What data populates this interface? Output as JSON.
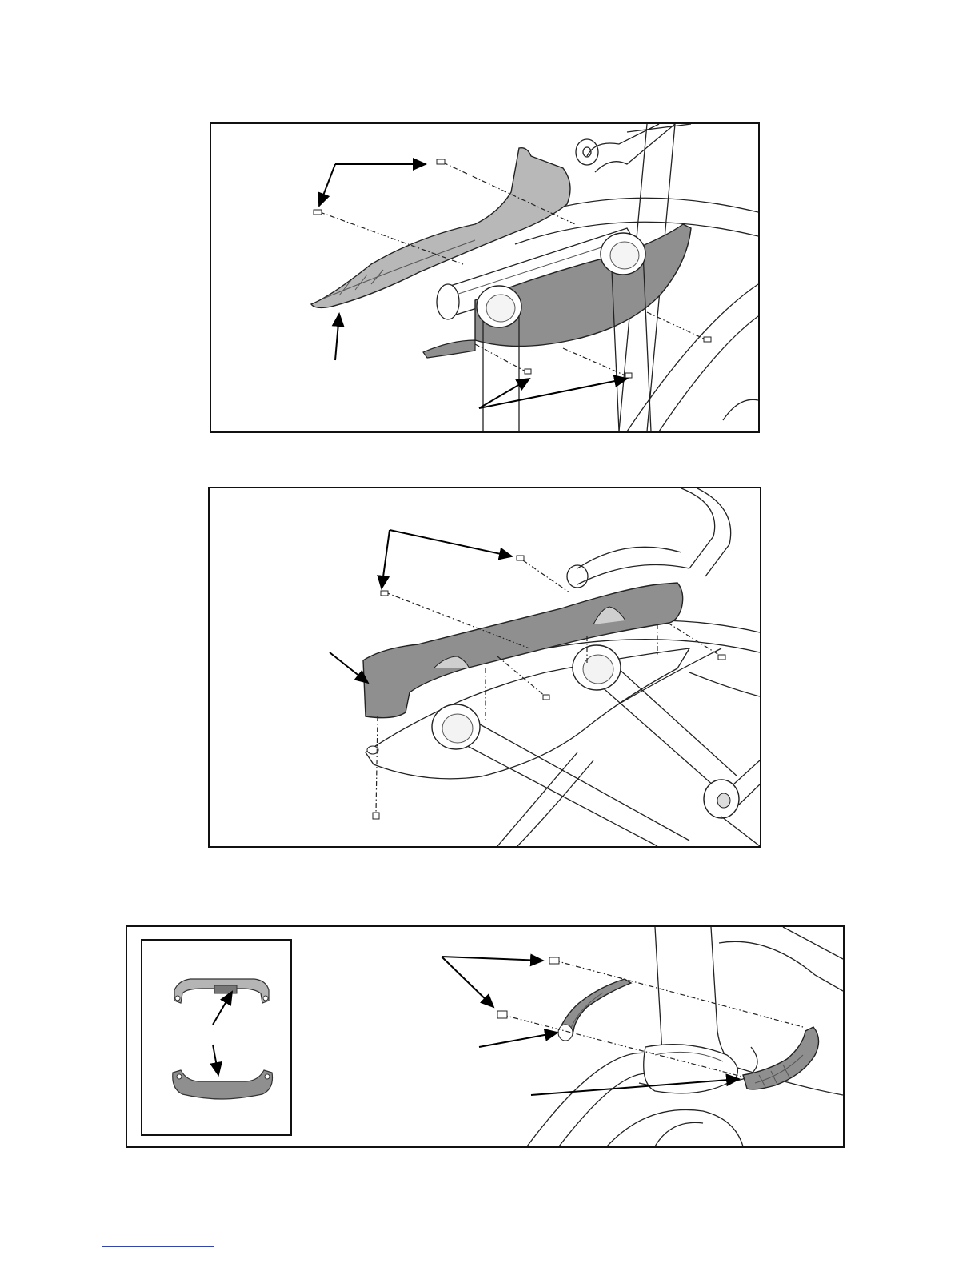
{
  "figures": [
    {
      "id": "figure-1",
      "parts": [
        "screws-upper",
        "cover-left",
        "screws-lower"
      ]
    },
    {
      "id": "figure-2",
      "parts": [
        "screws-upper",
        "cover-top",
        "screws-side",
        "screw-bottom"
      ]
    },
    {
      "id": "figure-3",
      "parts": [
        "screws",
        "handle-inner",
        "handle-outer"
      ],
      "inset_parts": [
        "handle-inner",
        "handle-outer"
      ]
    }
  ],
  "colors": {
    "part_fill": "#8f8f8f",
    "part_dark": "#6f6f6f",
    "line": "#222222",
    "frame_fill": "#ffffff",
    "footer_rule": "#3344aa"
  }
}
